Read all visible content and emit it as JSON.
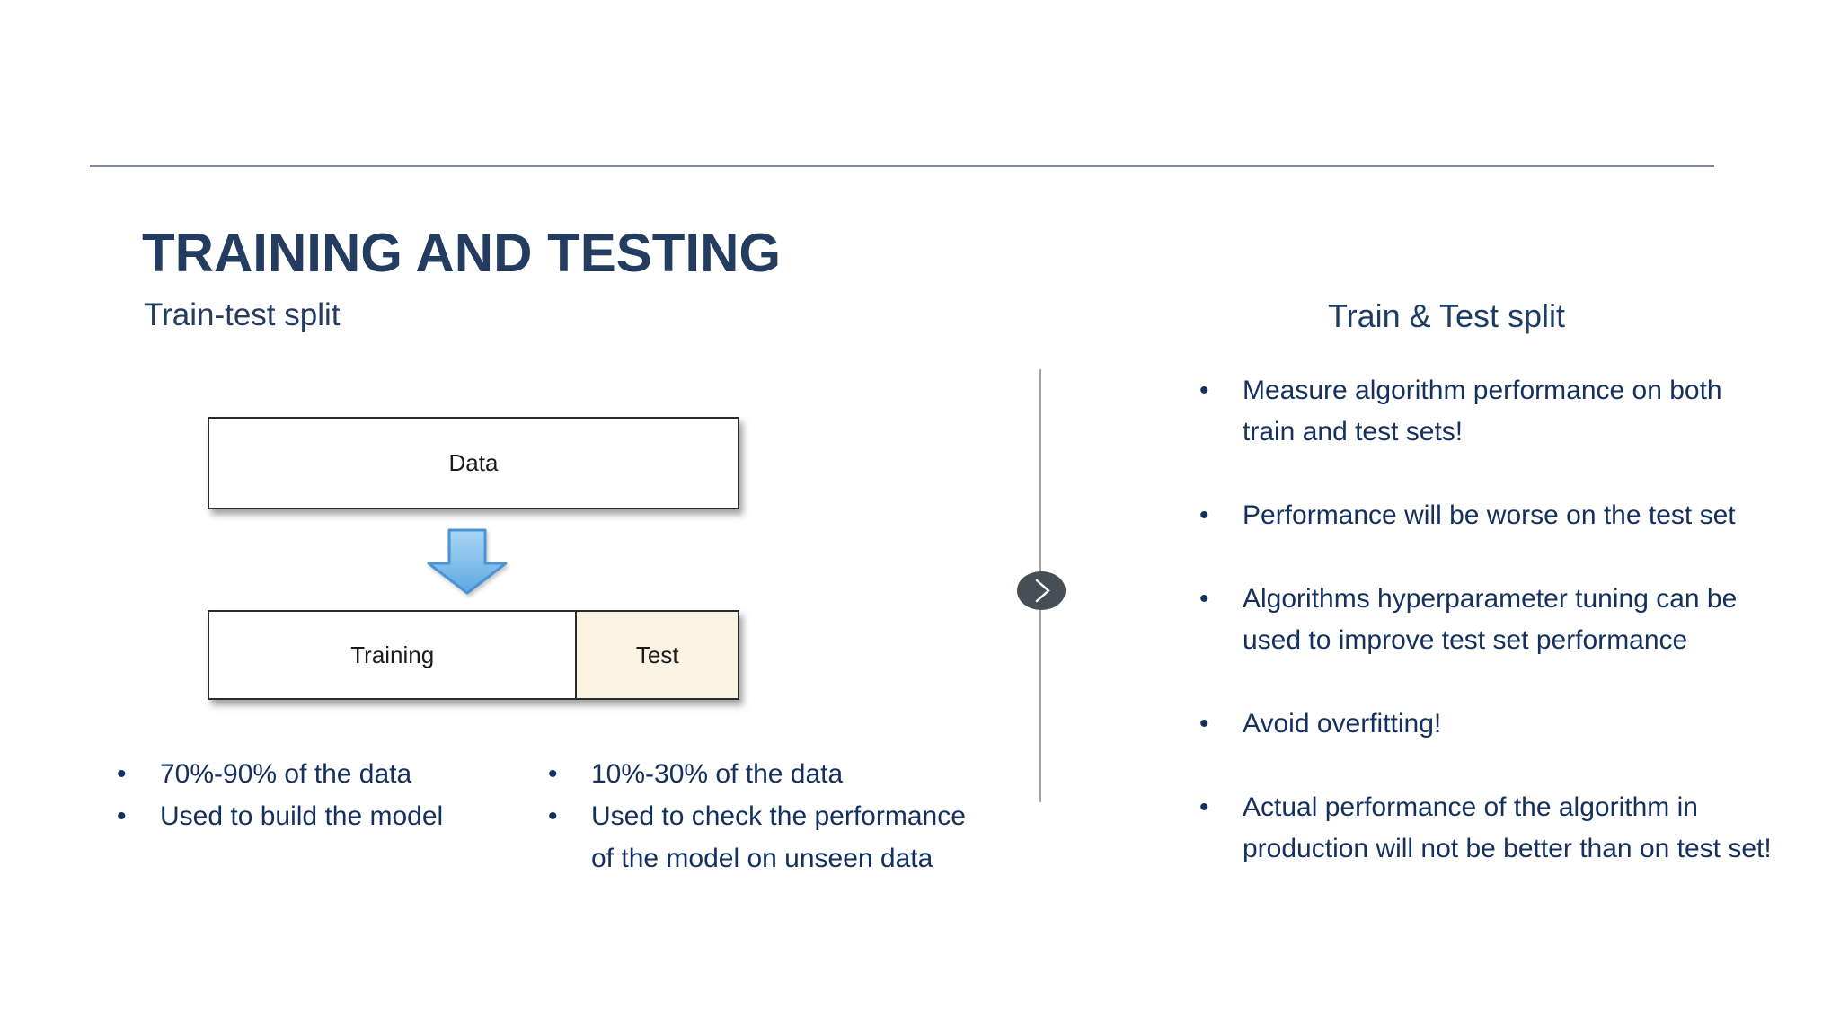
{
  "glyphs": {
    "bullet": "•"
  },
  "colors": {
    "text_navy": "#14305e",
    "title_navy": "#233c5f",
    "heading_navy": "#1d3c66",
    "top_rule_gray": "#7e8aa0",
    "divider_gray": "#a3a3a3",
    "box_border": "#2b2b2b",
    "test_box_fill": "#faf3e3",
    "arrow_fill_light": "#a9d6f5",
    "arrow_fill_dark": "#5fa8e3",
    "arrow_stroke": "#4c93d2",
    "nav_button_gray": "#474e55"
  },
  "slide": {
    "title": "TRAINING AND TESTING",
    "subtitle": "Train-test split"
  },
  "diagram": {
    "data_label": "Data",
    "training_label": "Training",
    "test_label": "Test",
    "training_bullets": [
      "70%-90% of the data",
      "Used to build the model"
    ],
    "test_bullets": [
      "10%-30% of the data",
      "Used to check the performance of the model on unseen data"
    ]
  },
  "right_panel": {
    "heading": "Train & Test split",
    "bullets": [
      "Measure algorithm performance on both train and test sets!",
      "Performance will be worse on the test set",
      "Algorithms hyperparameter tuning can be used to improve test set performance",
      "Avoid overfitting!",
      "Actual performance of the algorithm in production will not be better than on test set!"
    ]
  }
}
